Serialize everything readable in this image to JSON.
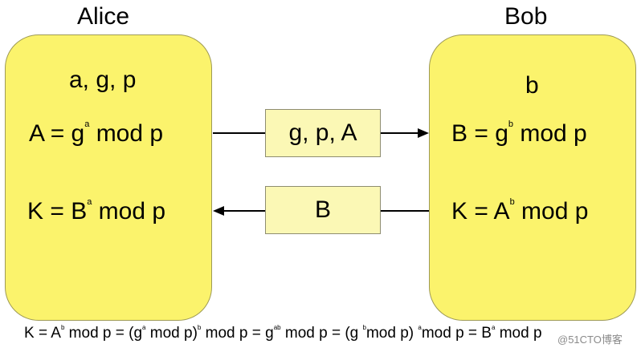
{
  "alice": {
    "title": "Alice",
    "params": "a, g, p",
    "pub_lhs": "A = g",
    "pub_exp": "a",
    "pub_rhs": " mod p",
    "key_lhs": "K = B",
    "key_exp": "a",
    "key_rhs": " mod p"
  },
  "bob": {
    "title": "Bob",
    "params": "b",
    "pub_lhs": "B = g",
    "pub_exp": "b",
    "pub_rhs": " mod p",
    "key_lhs": "K = A",
    "key_exp": "b",
    "key_rhs": " mod p"
  },
  "messages": {
    "alice_to_bob": "g, p, A",
    "bob_to_alice": "B"
  },
  "formula": {
    "t1": "K = A",
    "e1": "b",
    "t2": " mod p = (g",
    "e2": "a",
    "t3": " mod p)",
    "e3": "b",
    "t4": " mod p = g",
    "e4": "ab",
    "t5": " mod p = (g ",
    "e5": "b",
    "t6": "mod p) ",
    "e6": "a",
    "t7": "mod p = B",
    "e7": "a",
    "t8": " mod p"
  },
  "watermark": "@51CTO博客",
  "colors": {
    "panel_fill": "#fbf36c",
    "message_fill": "#fbf8b5"
  }
}
